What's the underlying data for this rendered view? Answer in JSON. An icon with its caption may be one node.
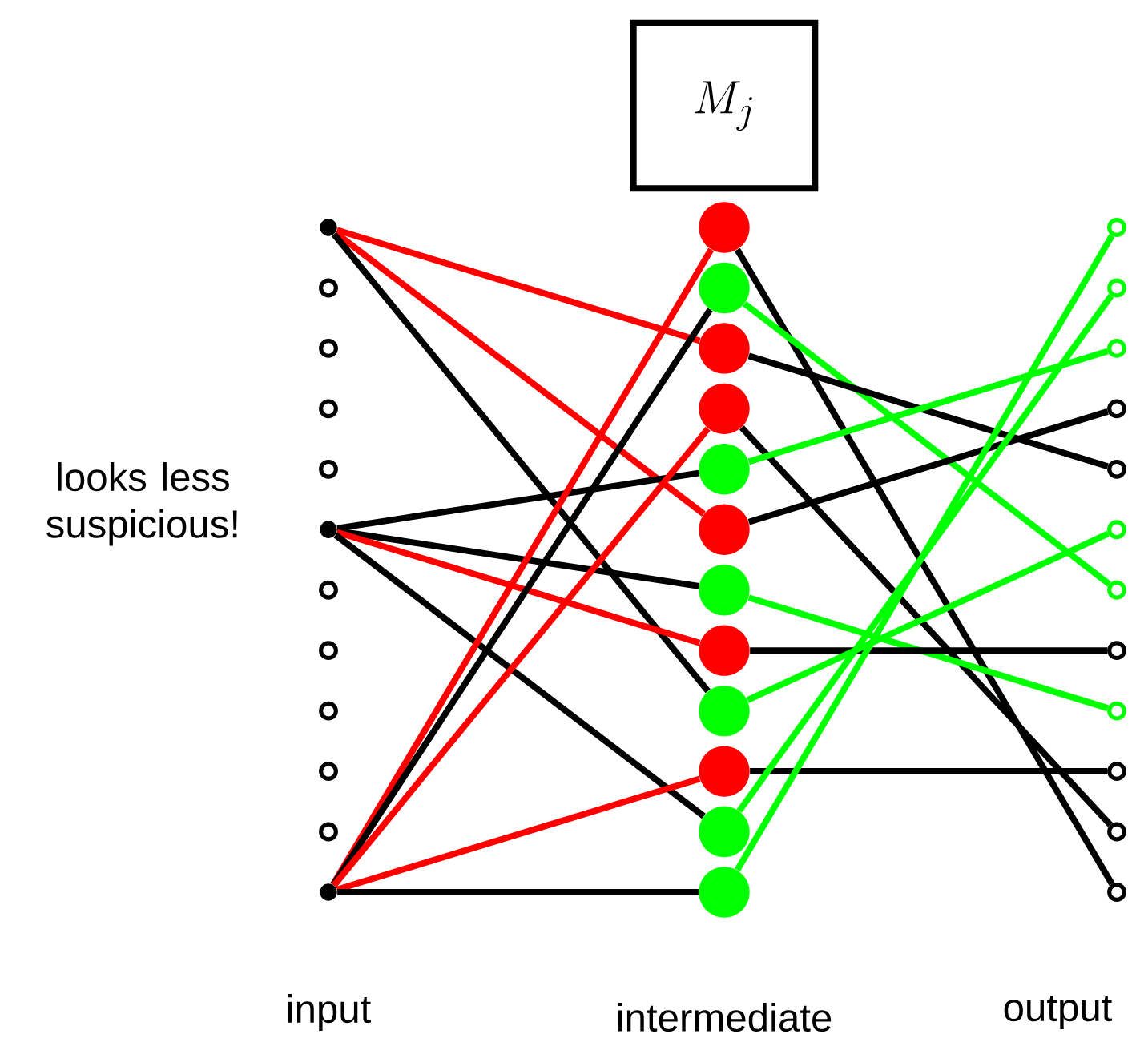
{
  "diagram": {
    "nodes": [
      {
        "text": [
          "M_j"
        ]
      },
      {
        "text": [],
        "shape": "circle"
      },
      {
        "text": [],
        "shape": "circle"
      },
      {
        "text": [],
        "shape": "circle"
      },
      {
        "text": [],
        "shape": "circle"
      },
      {
        "text": [],
        "shape": "circle"
      },
      {
        "text": [],
        "shape": "circle",
        "beside": [
          "looks less suspicious!"
        ]
      },
      {
        "text": [],
        "shape": "circle"
      },
      {
        "text": [],
        "shape": "circle"
      },
      {
        "text": [],
        "shape": "circle"
      },
      {
        "text": [],
        "shape": "circle"
      },
      {
        "text": [],
        "shape": "circle"
      },
      {
        "text": [],
        "shape": "circle"
      },
      {
        "text": [],
        "shape": "circle"
      },
      {
        "text": [],
        "shape": "circle"
      },
      {
        "text": [],
        "shape": "circle"
      },
      {
        "text": [],
        "shape": "circle"
      },
      {
        "text": [],
        "shape": "circle"
      },
      {
        "text": [],
        "shape": "circle"
      },
      {
        "text": [],
        "shape": "circle"
      },
      {
        "text": [],
        "shape": "circle"
      },
      {
        "text": [],
        "shape": "circle"
      },
      {
        "text": [],
        "shape": "circle"
      },
      {
        "text": [],
        "shape": "circle"
      },
      {
        "text": [],
        "shape": "circle"
      },
      {
        "text": [],
        "shape": "circle"
      },
      {
        "text": [],
        "shape": "circle"
      },
      {
        "text": [],
        "shape": "circle"
      },
      {
        "text": [],
        "shape": "circle"
      },
      {
        "text": [],
        "shape": "circle"
      },
      {
        "text": [],
        "shape": "circle"
      },
      {
        "text": [],
        "shape": "circle"
      },
      {
        "text": [],
        "shape": "circle"
      },
      {
        "text": [],
        "shape": "circle"
      },
      {
        "text": [],
        "shape": "circle"
      },
      {
        "text": [],
        "shape": "circle"
      },
      {
        "text": [],
        "shape": "circle"
      }
    ],
    "edges": [
      {
        "from": 1,
        "to": 15,
        "arrow": "none",
        "color": "#ff0000"
      },
      {
        "from": 1,
        "to": 18,
        "arrow": "none",
        "color": "#ff0000"
      },
      {
        "from": 1,
        "to": 21,
        "arrow": "none"
      },
      {
        "from": 6,
        "to": 17,
        "arrow": "none"
      },
      {
        "from": 6,
        "to": 19,
        "arrow": "none"
      },
      {
        "from": 6,
        "to": 20,
        "arrow": "none",
        "color": "#ff0000"
      },
      {
        "from": 6,
        "to": 23,
        "arrow": "none"
      },
      {
        "from": 12,
        "to": 13,
        "arrow": "none",
        "color": "#ff0000"
      },
      {
        "from": 12,
        "to": 14,
        "arrow": "none"
      },
      {
        "from": 12,
        "to": 16,
        "arrow": "none",
        "color": "#ff0000"
      },
      {
        "from": 12,
        "to": 22,
        "arrow": "none",
        "color": "#ff0000"
      },
      {
        "from": 12,
        "to": 24,
        "arrow": "none"
      },
      {
        "from": 13,
        "to": 36,
        "arrow": "none"
      },
      {
        "from": 14,
        "to": 31,
        "arrow": "none",
        "color": "#00ff00"
      },
      {
        "from": 15,
        "to": 29,
        "arrow": "none"
      },
      {
        "from": 16,
        "to": 35,
        "arrow": "none"
      },
      {
        "from": 17,
        "to": 27,
        "arrow": "none",
        "color": "#00ff00"
      },
      {
        "from": 18,
        "to": 28,
        "arrow": "none"
      },
      {
        "from": 19,
        "to": 33,
        "arrow": "none",
        "color": "#00ff00"
      },
      {
        "from": 20,
        "to": 32,
        "arrow": "none"
      },
      {
        "from": 21,
        "to": 30,
        "arrow": "none",
        "color": "#00ff00"
      },
      {
        "from": 22,
        "to": 34,
        "arrow": "none"
      },
      {
        "from": 23,
        "to": 26,
        "arrow": "none",
        "color": "#00ff00"
      },
      {
        "from": 24,
        "to": 25,
        "arrow": "none",
        "color": "#00ff00"
      }
    ],
    "labels": [
      "input",
      "intermediate",
      "output"
    ]
  }
}
